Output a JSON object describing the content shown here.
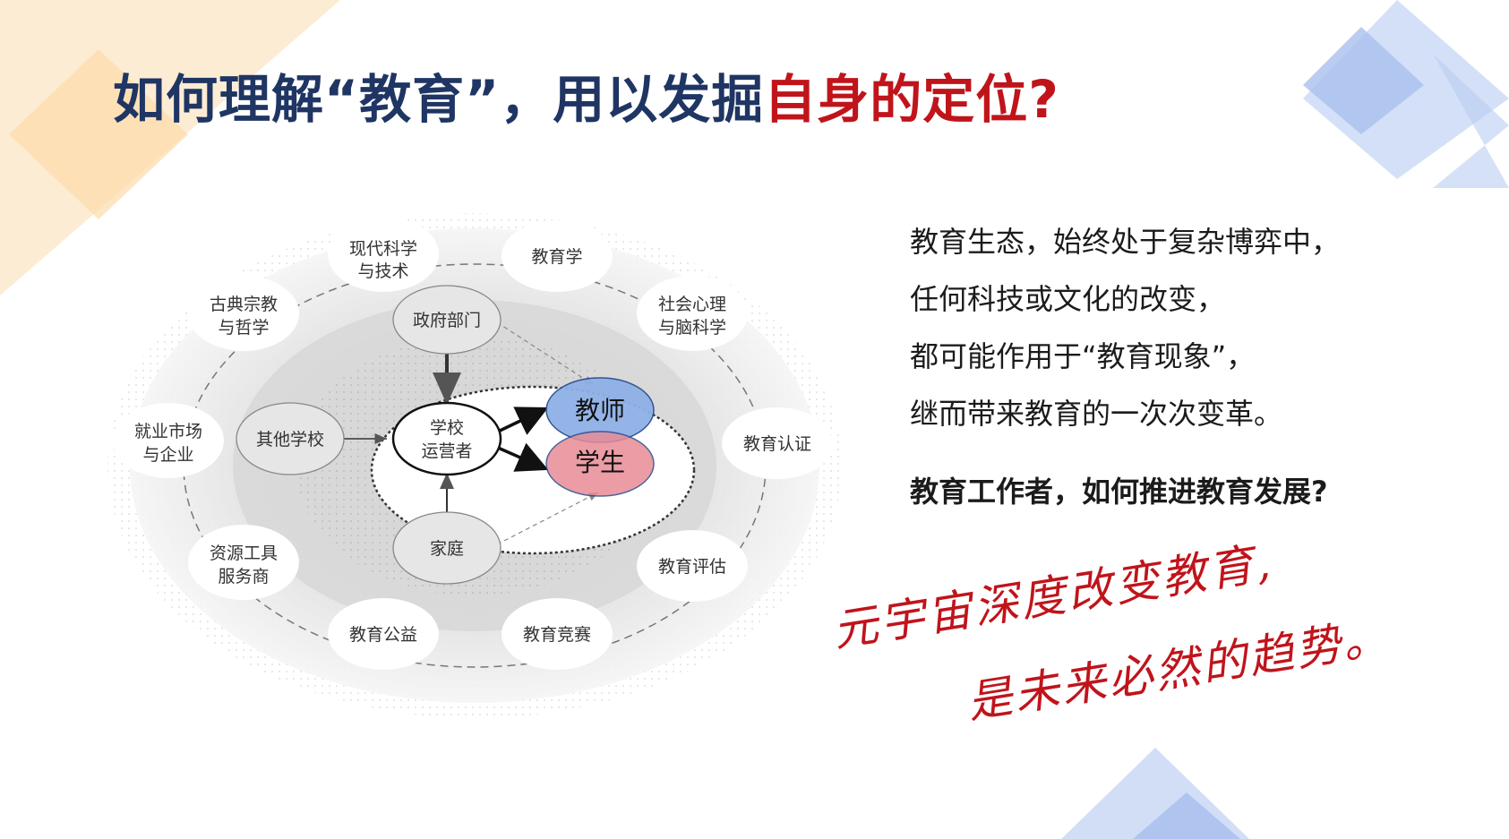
{
  "title": {
    "main": "如何理解“教育”，用以发掘",
    "accent": "自身的定位?"
  },
  "colors": {
    "title": "#1f3563",
    "accent": "#c0141b",
    "deco_orange": "#fde7c4",
    "deco_blue": "#c9d8f5",
    "teacher": "#8fb0e6",
    "student": "#e88b96"
  },
  "diagram": {
    "outer_nodes": [
      {
        "id": "modern-sci",
        "lines": [
          "现代科学",
          "与技术"
        ]
      },
      {
        "id": "pedagogy",
        "lines": [
          "教育学"
        ]
      },
      {
        "id": "classics",
        "lines": [
          "古典宗教",
          "与哲学"
        ]
      },
      {
        "id": "social-psych",
        "lines": [
          "社会心理",
          "与脑科学"
        ]
      },
      {
        "id": "employment",
        "lines": [
          "就业市场",
          "与企业"
        ]
      },
      {
        "id": "accreditation",
        "lines": [
          "教育认证"
        ]
      },
      {
        "id": "resources",
        "lines": [
          "资源工具",
          "服务商"
        ]
      },
      {
        "id": "evaluation",
        "lines": [
          "教育评估"
        ]
      },
      {
        "id": "public-welfare",
        "lines": [
          "教育公益"
        ]
      },
      {
        "id": "competition",
        "lines": [
          "教育竞赛"
        ]
      }
    ],
    "mid_nodes": [
      {
        "id": "government",
        "lines": [
          "政府部门"
        ]
      },
      {
        "id": "other-schools",
        "lines": [
          "其他学校"
        ]
      },
      {
        "id": "family",
        "lines": [
          "家庭"
        ]
      }
    ],
    "center": {
      "lines": [
        "学校",
        "运营者"
      ]
    },
    "teacher": "教师",
    "student": "学生"
  },
  "right": {
    "lines": [
      "教育生态，始终处于复杂博弈中，",
      "任何科技或文化的改变，",
      "都可能作用于“教育现象”，",
      "继而带来教育的一次次变革。"
    ],
    "question": "教育工作者，如何推进教育发展?"
  },
  "handwriting": {
    "line1": "元宇宙深度改变教育,",
    "line2": "是未来必然的趋势。"
  }
}
